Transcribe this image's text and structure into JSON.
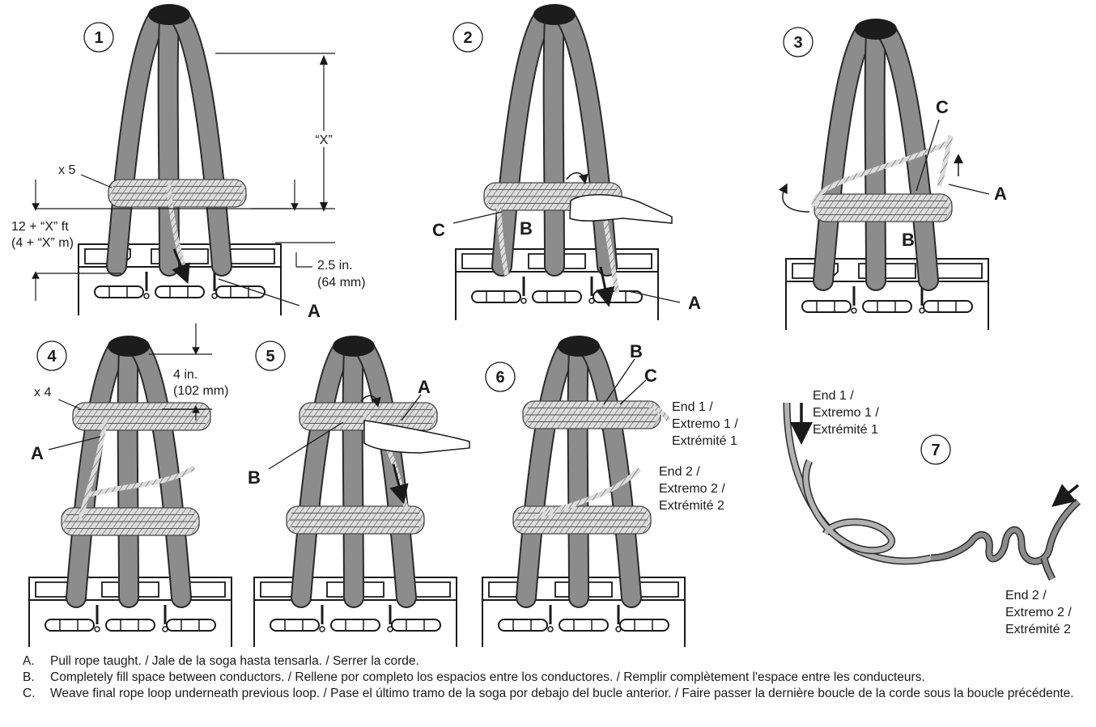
{
  "steps": [
    "1",
    "2",
    "3",
    "4",
    "5",
    "6",
    "7"
  ],
  "step1": {
    "wrap_count": "x 5",
    "length_line1": "12 + “X” ft",
    "length_line2": "(4 + “X” m)",
    "x_dim": "“X”",
    "gap_line1": "2.5 in.",
    "gap_line2": "(64 mm)",
    "letter_a": "A"
  },
  "step2": {
    "letter_a": "A",
    "letter_b": "B",
    "letter_c": "C"
  },
  "step3": {
    "letter_a": "A",
    "letter_b": "B",
    "letter_c": "C"
  },
  "step4": {
    "wrap_count": "x 4",
    "gap_line1": "4 in.",
    "gap_line2": "(102 mm)",
    "letter_a": "A"
  },
  "step5": {
    "letter_a": "A",
    "letter_b": "B"
  },
  "step6": {
    "letter_b": "B",
    "letter_c": "C",
    "end1": [
      "End 1 /",
      "Extremo 1 /",
      "Extrémité 1"
    ],
    "end2": [
      "End 2 /",
      "Extremo 2 /",
      "Extrémité 2"
    ]
  },
  "step7": {
    "end1": [
      "End 1 /",
      "Extremo 1 /",
      "Extrémité 1"
    ],
    "end2": [
      "End 2 /",
      "Extremo 2 /",
      "Extrémité 2"
    ]
  },
  "legend": [
    {
      "key": "A.",
      "text": "Pull rope taught. / Jale de la soga hasta tensarla. / Serrer la corde."
    },
    {
      "key": "B.",
      "text": "Completely fill space between conductors. / Rellene por completo los espacios entre los conductores. / Remplir complètement l'espace entre les conducteurs."
    },
    {
      "key": "C.",
      "text": "Weave final rope loop underneath previous loop. / Pase el último tramo de la soga por debajo del bucle anterior. / Faire passer la dernière boucle de la corde sous la boucle précédente."
    }
  ],
  "colors": {
    "conductor": "#8c8c8c",
    "conductor_edge": "#2a2a2a",
    "rope": "#d9d9d9",
    "cap": "#1c1c1c"
  }
}
